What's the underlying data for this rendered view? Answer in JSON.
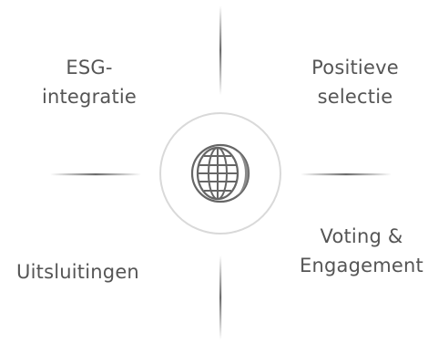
{
  "quadrants": {
    "top_left": {
      "line1": "ESG-",
      "line2": "integratie"
    },
    "top_right": {
      "line1": "Positieve",
      "line2": "selectie"
    },
    "bottom_left": {
      "line1": "Uitsluitingen"
    },
    "bottom_right": {
      "line1": "Voting &",
      "line2": "Engagement"
    }
  },
  "center_icon": "globe-icon",
  "colors": {
    "text": "#555555",
    "divider": "#6b6b6b",
    "circle": "#d9d9d9",
    "globe": "#666666"
  }
}
